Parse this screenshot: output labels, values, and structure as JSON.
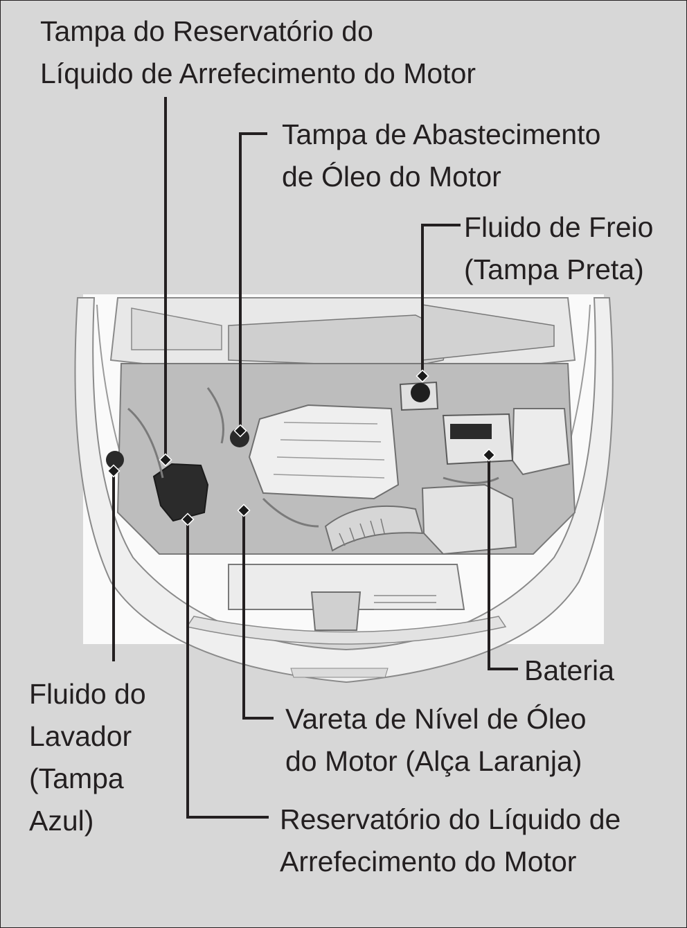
{
  "labels": {
    "coolant_cap": [
      "Tampa do Reservatório do",
      "Líquido de Arrefecimento do Motor"
    ],
    "oil_fill_cap": [
      "Tampa de Abastecimento",
      "de Óleo do Motor"
    ],
    "brake_fluid": [
      "Fluido de Freio",
      "(Tampa Preta)"
    ],
    "washer_fluid": [
      "Fluido do",
      "Lavador",
      "(Tampa",
      "Azul)"
    ],
    "battery": [
      "Bateria"
    ],
    "dipstick": [
      "Vareta de Nível de Óleo",
      "do Motor (Alça Laranja)"
    ],
    "coolant_reservoir": [
      "Reservatório do Líquido de",
      "Arrefecimento do Motor"
    ]
  },
  "colors": {
    "background": "#d7d7d7",
    "ink": "#231f20",
    "engine_bay_light": "#f2f2f2",
    "engine_bay_mid": "#c9c9c9"
  }
}
